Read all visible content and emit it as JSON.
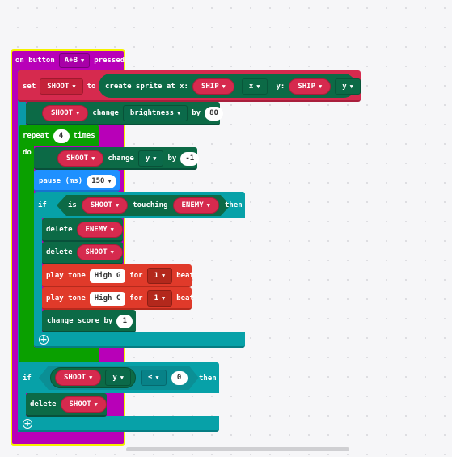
{
  "event": {
    "prefix": "on button",
    "button": "A+B",
    "suffix": "pressed"
  },
  "set_block": {
    "set_label": "set",
    "variable": "SHOOT",
    "to_label": "to",
    "create_label": "create sprite at x:",
    "x_var": "SHIP",
    "x_prop": "x",
    "y_label": "y:",
    "y_var": "SHIP",
    "y_prop": "y"
  },
  "brightness_block": {
    "variable": "SHOOT",
    "change_label": "change",
    "property": "brightness",
    "by_label": "by",
    "value": "80"
  },
  "repeat_block": {
    "label": "repeat",
    "count": "4",
    "times_label": "times",
    "do_label": "do"
  },
  "change_y_block": {
    "variable": "SHOOT",
    "change_label": "change",
    "property": "y",
    "by_label": "by",
    "value": "-1"
  },
  "pause_block": {
    "label": "pause (ms)",
    "value": "150"
  },
  "if_touching": {
    "if_label": "if",
    "is_label": "is",
    "sprite": "SHOOT",
    "touching_label": "touching",
    "target": "ENEMY",
    "then_label": "then"
  },
  "delete_enemy": {
    "label": "delete",
    "target": "ENEMY"
  },
  "delete_shoot": {
    "label": "delete",
    "target": "SHOOT"
  },
  "tone_1": {
    "label": "play tone",
    "note": "High G",
    "for_label": "for",
    "beats": "1",
    "beat_label": "beat"
  },
  "tone_2": {
    "label": "play tone",
    "note": "High C",
    "for_label": "for",
    "beats": "1",
    "beat_label": "beat"
  },
  "score_block": {
    "label": "change score by",
    "value": "1"
  },
  "if_compare": {
    "if_label": "if",
    "sprite": "SHOOT",
    "property": "y",
    "operator": "≤",
    "value": "0",
    "then_label": "then"
  },
  "delete_shoot_2": {
    "label": "delete",
    "target": "SHOOT"
  },
  "icons": {
    "dropdown": "▼",
    "add": "+"
  },
  "colors": {
    "event": "#b800b8",
    "sprites_dark": "#0b6a4a",
    "loops": "#0aa000",
    "logic": "#07a1a8",
    "basic": "#1e90ff",
    "music": "#e03a2a",
    "game": "#0c6a46",
    "variables": "#d62a4e"
  }
}
